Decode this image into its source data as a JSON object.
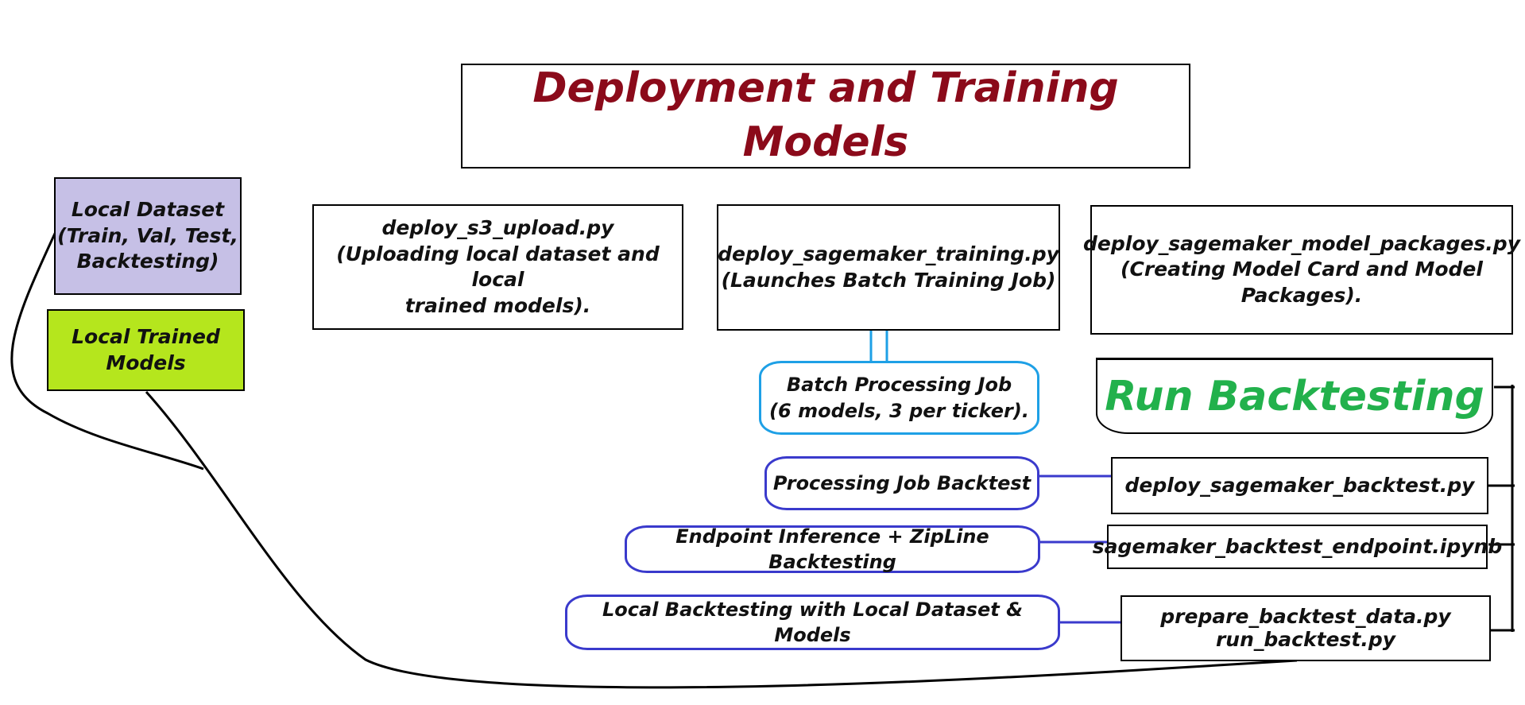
{
  "title": "Deployment and Training Models",
  "colors": {
    "title": "#8b0a1a",
    "local_dataset_fill": "#c6c0e6",
    "local_models_fill": "#b5e61d",
    "run_backtesting_text": "#22b14c",
    "batch_job_border": "#1ea0e6",
    "backtest_job_border": "#3a3acc"
  },
  "local": {
    "dataset": "Local Dataset\n(Train, Val, Test,\nBacktesting)",
    "models": "Local Trained\nModels"
  },
  "scripts": {
    "s3_upload": "deploy_s3_upload.py\n(Uploading local dataset and local\ntrained models).",
    "training": "deploy_sagemaker_training.py\n(Launches Batch Training Job)",
    "model_packages": "deploy_sagemaker_model_packages.py\n(Creating Model Card and Model\nPackages)."
  },
  "batch_job": "Batch Processing Job\n(6 models, 3 per ticker).",
  "run_backtesting": "Run Backtesting",
  "backtest_methods": [
    {
      "label": "Processing Job Backtest",
      "script": "deploy_sagemaker_backtest.py"
    },
    {
      "label": "Endpoint Inference + ZipLine Backtesting",
      "script": "sagemaker_backtest_endpoint.ipynb"
    },
    {
      "label": "Local Backtesting with Local Dataset & Models",
      "script": "prepare_backtest_data.py\nrun_backtest.py"
    }
  ]
}
